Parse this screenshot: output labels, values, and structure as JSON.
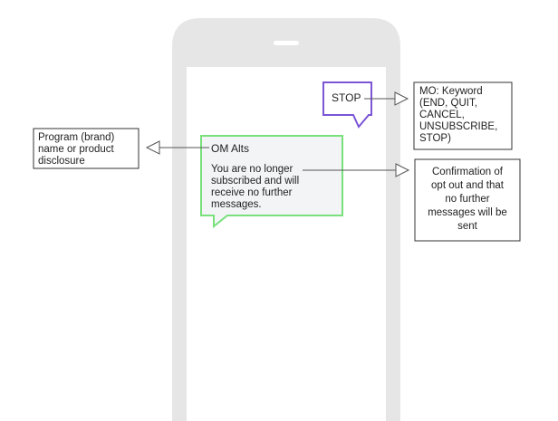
{
  "colors": {
    "phone_body": "#e6e6e6",
    "phone_screen": "#ffffff",
    "speaker": "#ffffff",
    "stop_bubble_border": "#7b55d6",
    "message_bubble_border": "#79e07c",
    "message_bubble_fill": "#f3f4f6",
    "callout_border": "#333333",
    "connector": "#555555"
  },
  "stop_bubble": {
    "label": "STOP"
  },
  "message_bubble": {
    "title": "OM Alts",
    "body_lines": [
      "You are no longer",
      "subscribed and will",
      "receive no further",
      "messages."
    ]
  },
  "callouts": {
    "keyword": {
      "lines": [
        "MO: Keyword",
        "(END, QUIT,",
        "CANCEL,",
        "UNSUBSCRIBE,",
        "STOP)"
      ]
    },
    "brand": {
      "lines": [
        "Program (brand)",
        "name or product",
        "disclosure"
      ]
    },
    "confirmation": {
      "lines": [
        "Confirmation of",
        "opt out and that",
        "no further",
        "messages will be",
        "sent"
      ]
    }
  }
}
